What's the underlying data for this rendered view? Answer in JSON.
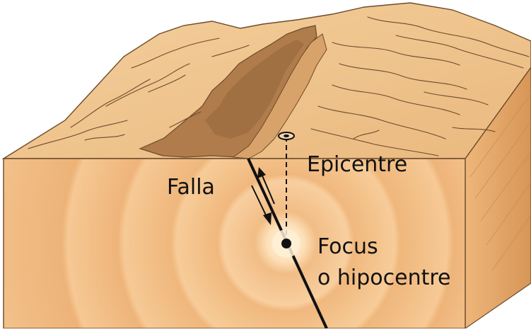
{
  "labels": {
    "falla": "Falla",
    "epicentre": "Epicentre",
    "focus_line1": "Focus",
    "focus_line2": "o hipocentre"
  },
  "colors": {
    "front_face": "#f6c893",
    "front_ring_dark": "#f0b57b",
    "side_face": "#e2a566",
    "top_surface": "#f1c791",
    "fault_valley": "#ad7a4a",
    "crack_lines": "#6e4a2a",
    "focus_glow": "#fff3dc",
    "ink": "#111111"
  },
  "icons": {
    "focus": "focus-dot-icon",
    "epicenter": "epicenter-marker-icon",
    "motion": "fault-motion-arrows-icon"
  }
}
